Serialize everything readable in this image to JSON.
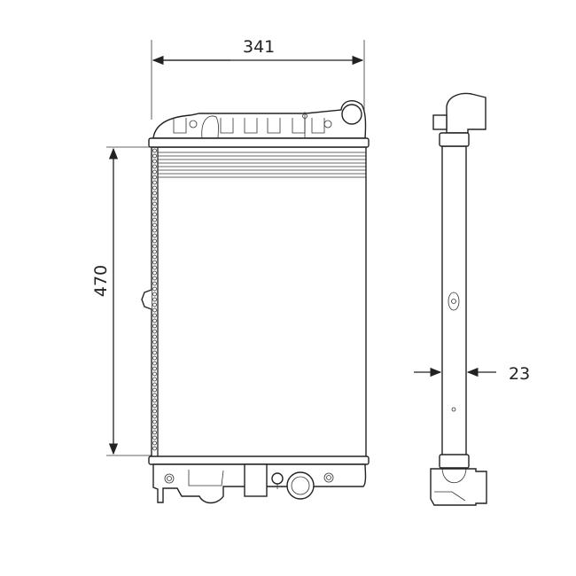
{
  "dimensions": {
    "width_label": "341",
    "height_label": "470",
    "depth_label": "23"
  },
  "colors": {
    "line": "#222222",
    "background": "#ffffff"
  }
}
